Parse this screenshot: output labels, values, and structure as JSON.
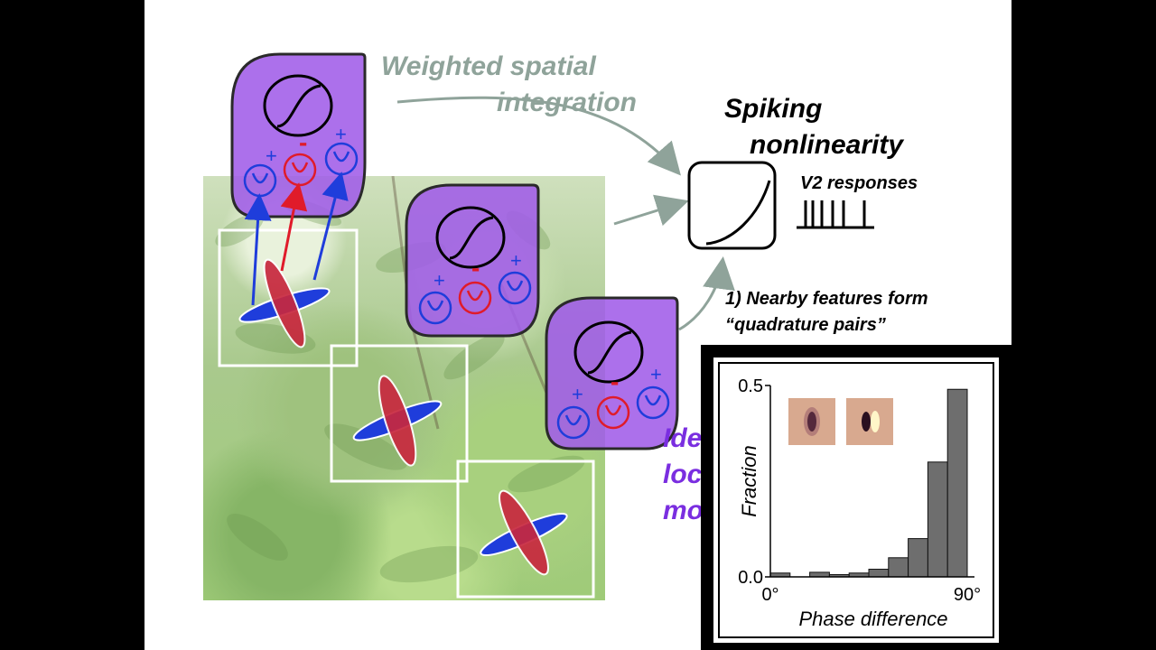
{
  "labels": {
    "weighted_line1": "Weighted spatial",
    "weighted_line2": "integration",
    "spiking_line1": "Spiking",
    "spiking_line2": "nonlinearity",
    "v2_responses": "V2 responses",
    "nearby_line1": "1)  Nearby features form",
    "nearby_line2": "“quadrature pairs”",
    "hidden_line1": "Ide",
    "hidden_line2": "loc",
    "hidden_line3": "mo"
  },
  "signs": {
    "plus": "+",
    "minus": "-"
  },
  "colors": {
    "purple_box": "#a05ce8",
    "box_border": "#2a2a2a",
    "blue": "#1f3ddb",
    "red": "#e01b2a",
    "grey_text": "#8fa39a",
    "purple_text": "#7a2ee0",
    "bar_fill": "#6e6e6e"
  },
  "chart_data": {
    "type": "bar",
    "title": "",
    "xlabel": "Phase difference",
    "ylabel": "Fraction",
    "x_tick_labels": [
      "0°",
      "90°"
    ],
    "y_tick_labels": [
      "0.0",
      "0.5"
    ],
    "xlim": [
      0,
      90
    ],
    "ylim": [
      0,
      0.5
    ],
    "bin_width": 9,
    "bin_starts": [
      0,
      9,
      18,
      27,
      36,
      45,
      54,
      63,
      72,
      81
    ],
    "values": [
      0.01,
      0.0,
      0.012,
      0.006,
      0.01,
      0.02,
      0.05,
      0.1,
      0.3,
      0.49
    ]
  }
}
